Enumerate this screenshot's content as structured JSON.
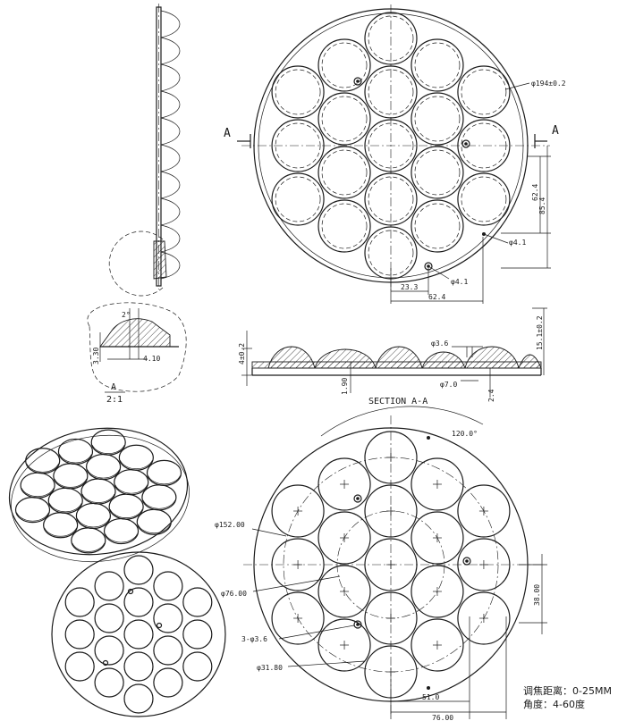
{
  "labels": {
    "section_marker": "A",
    "section_title": "SECTION A-A",
    "detail_letter": "A",
    "detail_scale": "2:1"
  },
  "dimensions": {
    "outer_dia": "φ194±0.2",
    "dim_62_4_v": "62.4",
    "dim_85_4": "85.4",
    "hole_a": "φ4.1",
    "hole_b": "φ4.1",
    "dim_23_3": "23.3",
    "dim_62_4_h": "62.4",
    "thickness": "4±0.2",
    "dim_1_90": "1.90",
    "dim_3_6": "φ3.6",
    "dim_7_0": "φ7.0",
    "dim_2_4": "2.4",
    "dim_15_1": "15.1±0.2",
    "detail_3_30": "3.30",
    "detail_4_10": "4.10",
    "detail_2": "2°",
    "angle_120": "120.0°",
    "pcd_152": "φ152.00",
    "pcd_76": "φ76.00",
    "holes_3x": "3-φ3.6",
    "lens_dia": "φ31.80",
    "dim_38": "38.00",
    "dim_51": "51.0",
    "dim_76": "76.00"
  },
  "notes": {
    "focus_label": "调焦距离：",
    "focus_value": "0-25MM",
    "angle_label": "角度：",
    "angle_value": "4-60度"
  }
}
